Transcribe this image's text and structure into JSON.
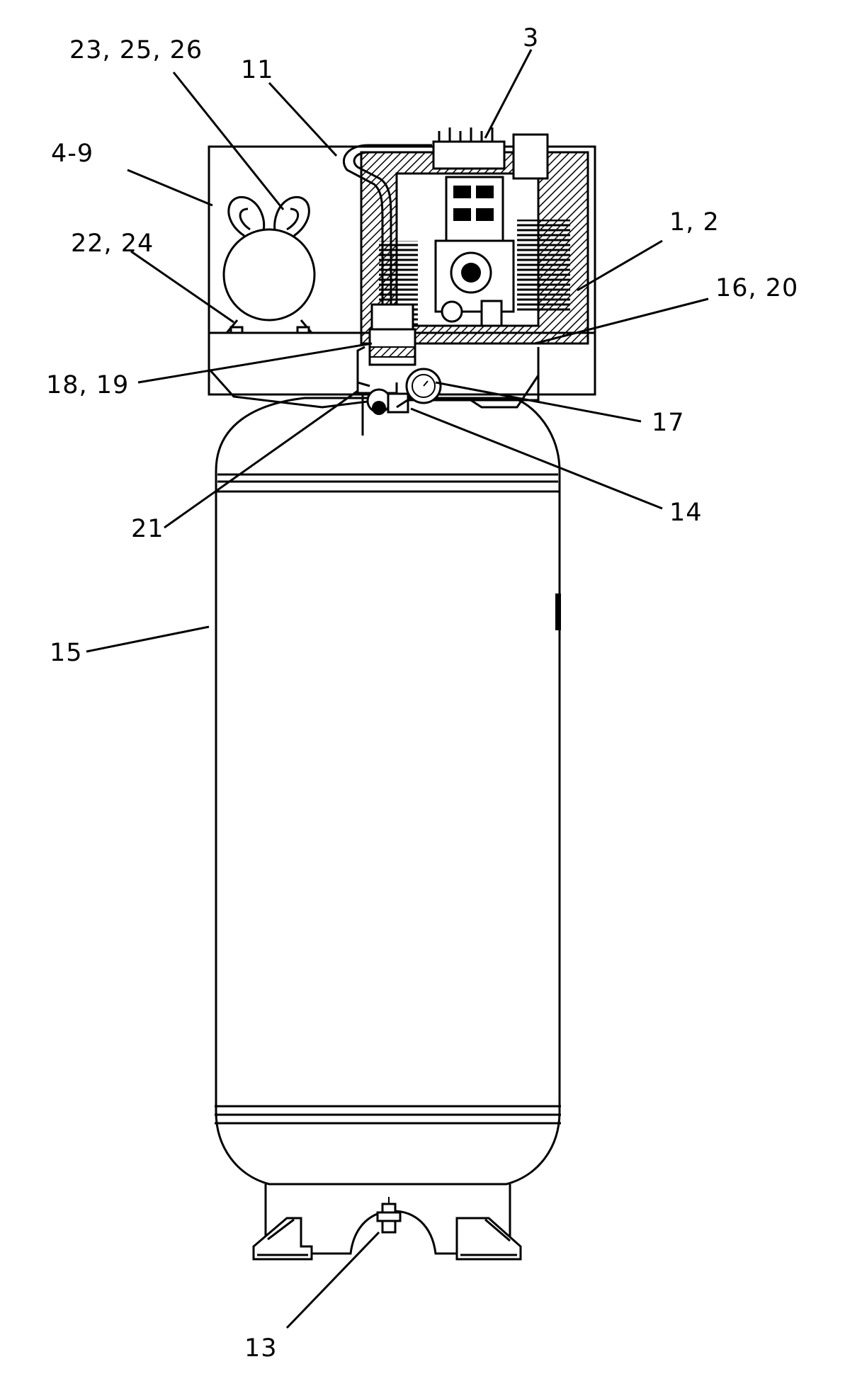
{
  "callouts": [
    {
      "id": "c23",
      "text": "23, 25, 26"
    },
    {
      "id": "c11",
      "text": "11"
    },
    {
      "id": "c3",
      "text": "3"
    },
    {
      "id": "c4",
      "text": "4-9"
    },
    {
      "id": "c1",
      "text": "1, 2"
    },
    {
      "id": "c22",
      "text": "22, 24"
    },
    {
      "id": "c16",
      "text": "16, 20"
    },
    {
      "id": "c18",
      "text": "18, 19"
    },
    {
      "id": "c17",
      "text": "17"
    },
    {
      "id": "c14",
      "text": "14"
    },
    {
      "id": "c21",
      "text": "21"
    },
    {
      "id": "c15",
      "text": "15"
    },
    {
      "id": "c13",
      "text": "13"
    }
  ]
}
